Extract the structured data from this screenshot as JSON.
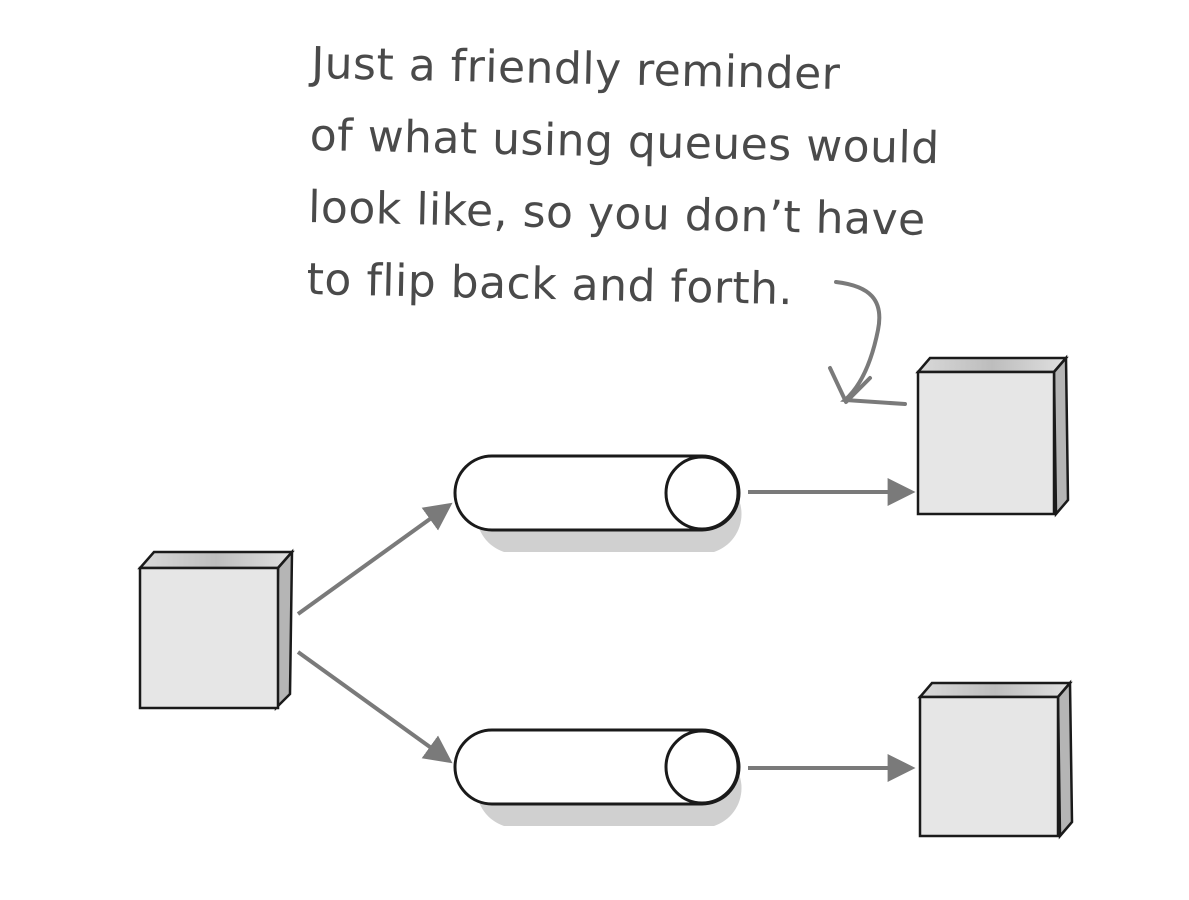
{
  "annotation": {
    "lines": [
      "Just a friendly reminder",
      "of what using queues would",
      "look like, so you don’t have",
      "to flip back and forth."
    ]
  },
  "colors": {
    "ink": "#1a1a1a",
    "arrow": "#7a7a7a",
    "handwriting": "#4a4a4a",
    "box_fill": "#e6e6e6",
    "box_top": "#cfcfcf",
    "box_side": "#b5b5b5",
    "queue_fill": "#ffffff",
    "queue_shadow": "#d0d0d0"
  },
  "diagram": {
    "source_box_icon": "cube-box",
    "queue_icon": "cylinder-queue",
    "consumer_box_icon": "cube-box"
  }
}
